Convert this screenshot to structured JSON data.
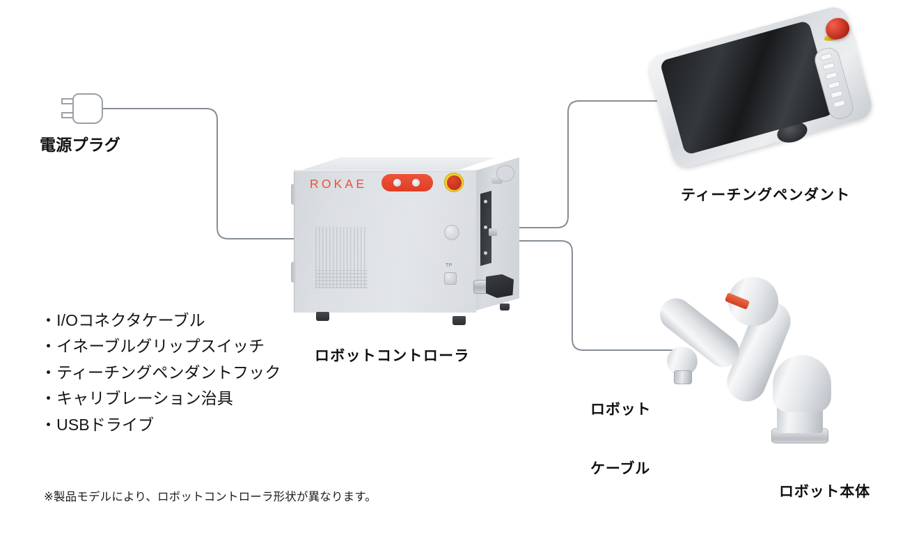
{
  "diagram": {
    "title_visible": false,
    "background_color": "#ffffff",
    "accent_color": "#e8503a",
    "cable_color": "#808890"
  },
  "labels": {
    "power_plug": "電源プラグ",
    "robot_controller": "ロボットコントローラ",
    "teaching_pendant": "ティーチングペンダント",
    "robot_cable_line1": "ロボット",
    "robot_cable_line2": "ケーブル",
    "robot_body": "ロボット本体"
  },
  "accessories": {
    "items": [
      "・I/Oコネクタケーブル",
      "・イネーブルグリップスイッチ",
      "・ティーチングペンダントフック",
      "・キャリブレーション治具",
      "・USBドライブ"
    ]
  },
  "footnote": {
    "text": "※製品モデルにより、ロボットコントローラ形状が異なります。"
  },
  "controller": {
    "brand": "ROKAE",
    "brand_color": "#e8503a",
    "panel_color": "#e8452e",
    "estop_ring_color": "#f2cf2a",
    "estop_button_color": "#c7331c",
    "port_label": "TP"
  },
  "pendant": {
    "estop_color": "#c7321c",
    "screen_color": "#1d1f21",
    "button_count": 6
  },
  "robot": {
    "body_color": "#e3e6e9",
    "accent_ring_color": "#df5330"
  }
}
